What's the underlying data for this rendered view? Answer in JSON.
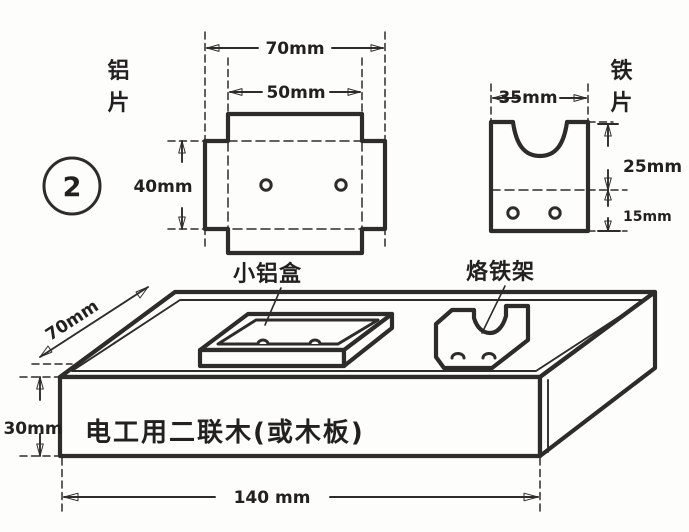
{
  "figure": {
    "marker": "2",
    "kind": "technical-drawing",
    "ink_color": "#2e2c2b",
    "paper_color": "#fdfdfc"
  },
  "labels": {
    "aluminum_sheet": "铝片",
    "aluminum_sheet_c1": "铝",
    "aluminum_sheet_c2": "片",
    "iron_sheet": "铁片",
    "iron_sheet_c1": "铁",
    "iron_sheet_c2": "片",
    "small_aluminum_box": "小铝盒",
    "soldering_iron_stand": "烙铁架",
    "wood_board": "电工用二联木(或木板)"
  },
  "dimensions": {
    "alu_width_outer": "70mm",
    "alu_width_inner": "50mm",
    "alu_height": "40mm",
    "iron_width": "35mm",
    "iron_height_upper": "25mm",
    "iron_height_lower": "15mm",
    "board_depth": "70mm",
    "board_thickness": "30mm",
    "board_length": "140 mm"
  },
  "parts": {
    "aluminum_sheet_flat": {
      "name": "铝片",
      "outline": "cross-shaped flat pattern",
      "holes": 2,
      "fold_lines": "dashed"
    },
    "iron_sheet_flat": {
      "name": "铁片",
      "outline": "rectangle with U notch on top",
      "holes": 2,
      "fold_lines": "dashed"
    },
    "assembly": {
      "board": "电工用二联木(或木板)",
      "tray": "小铝盒",
      "stand": "烙铁架"
    }
  }
}
